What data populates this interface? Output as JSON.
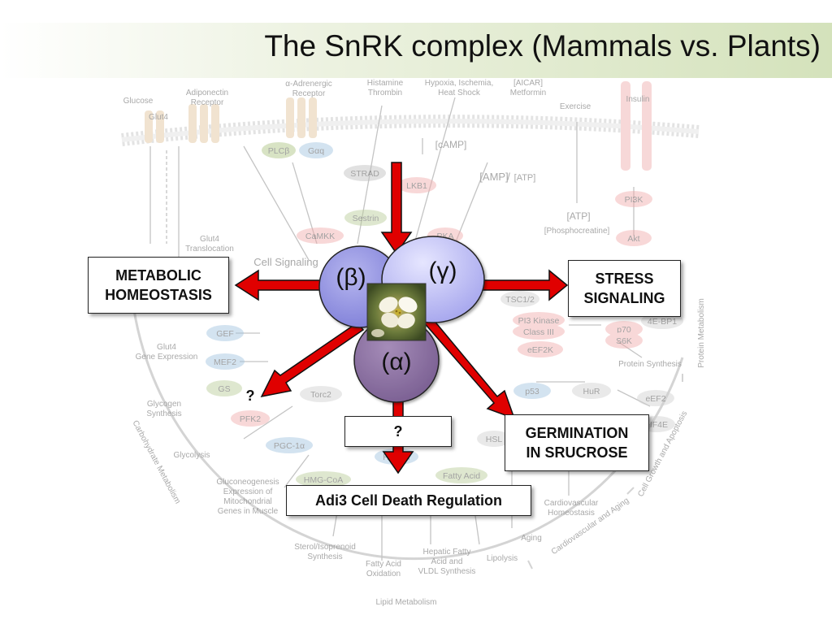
{
  "title": "The SnRK complex (Mammals vs. Plants)",
  "subunits": {
    "beta": "(β)",
    "gamma": "(γ)",
    "alpha": "(α)"
  },
  "boxes": {
    "metabolic": [
      "METABOLIC",
      "HOMEOSTASIS"
    ],
    "stress": [
      "STRESS",
      "SIGNALING"
    ],
    "germination": [
      "GERMINATION",
      "IN SRUCROSE"
    ],
    "unknown": "?",
    "adi3": "Adi3 Cell Death Regulation",
    "question_mark": "?"
  },
  "background_labels": [
    "Adiponectin",
    "Receptor",
    "α-Adrenergic",
    "Receptor",
    "Histamine",
    "Thrombin",
    "Hypoxia, Ischemia,",
    "Heat Shock",
    "[AICAR]",
    "Metformin",
    "Exercise",
    "Insulin",
    "Glucose",
    "Glut4",
    "[cAMP]",
    "[AMP]",
    "/",
    "[ATP]",
    "[ATP]",
    "[Phosphocreatine]",
    "Glut4",
    "Translocation",
    "Glut4",
    "Gene Expression",
    "Glycogen",
    "Synthesis",
    "Glycolysis",
    "Gluconeogenesis",
    "Expression of",
    "Mitochondrial",
    "Genes in Muscle",
    "Sterol/Isoprenoid",
    "Synthesis",
    "Fatty Acid",
    "Oxidation",
    "Hepatic Fatty",
    "Acid and",
    "VLDL Synthesis",
    "Lipolysis",
    "Aging",
    "Cardiovascular",
    "Homeostasis",
    "Protein Synthesis",
    "Protein Metabolism",
    "Cell Growth and Apoptosis",
    "Cardiovascular and Aging",
    "Carbohydrate Metabolism",
    "Lipid Metabolism",
    "Cell Signaling"
  ],
  "background_nodes": [
    {
      "label": "PLCβ",
      "color": "#a9c27e"
    },
    {
      "label": "Gαq",
      "color": "#9fc2e0"
    },
    {
      "label": "STRAD",
      "color": "#bdbdbd"
    },
    {
      "label": "LKB1",
      "color": "#f1a9a9"
    },
    {
      "label": "Sestrin",
      "color": "#b8cc96"
    },
    {
      "label": "CaMKK",
      "color": "#f1a9a9"
    },
    {
      "label": "PKA",
      "color": "#f1a9a9"
    },
    {
      "label": "PI3K",
      "color": "#f1a9a9"
    },
    {
      "label": "Akt",
      "color": "#f1a9a9"
    },
    {
      "label": "GEF",
      "color": "#9fc2e0"
    },
    {
      "label": "MEF2",
      "color": "#9fc2e0"
    },
    {
      "label": "GS",
      "color": "#b8cc96"
    },
    {
      "label": "PFK2",
      "color": "#f1a9a9"
    },
    {
      "label": "Torc2",
      "color": "#d0d0d0"
    },
    {
      "label": "PGC-1α",
      "color": "#9fc2e0"
    },
    {
      "label": "HMG-CoA",
      "color": "#b8cc96"
    },
    {
      "label": "HNF4α",
      "color": "#9fc2e0"
    },
    {
      "label": "Fatty Acid",
      "color": "#b8cc96"
    },
    {
      "label": "HSL",
      "color": "#d0d0d0"
    },
    {
      "label": "p53",
      "color": "#9fc2e0"
    },
    {
      "label": "HuR",
      "color": "#d0d0d0"
    },
    {
      "label": "eEF2K",
      "color": "#f1a9a9"
    },
    {
      "label": "PI3 Kinase",
      "color": "#f1a9a9"
    },
    {
      "label": "Class III",
      "color": "#f1a9a9"
    },
    {
      "label": "p70",
      "color": "#f1a9a9"
    },
    {
      "label": "S6K",
      "color": "#f1a9a9"
    },
    {
      "label": "4E-BP1",
      "color": "#d0d0d0"
    },
    {
      "label": "TSC1/2",
      "color": "#d0d0d0"
    },
    {
      "label": "eEF2",
      "color": "#d0d0d0"
    },
    {
      "label": "eIF4E",
      "color": "#d0d0d0"
    }
  ]
}
